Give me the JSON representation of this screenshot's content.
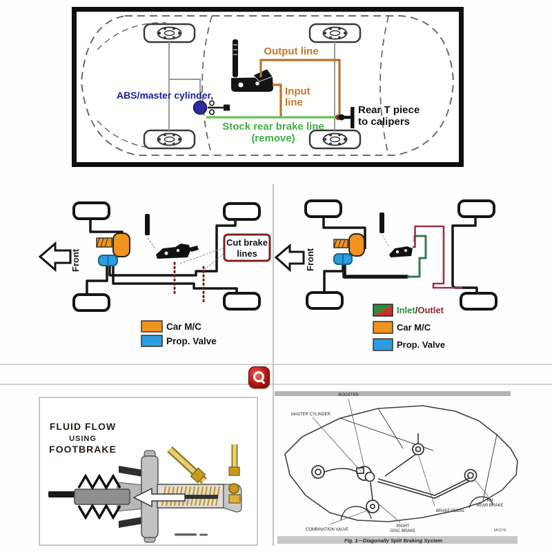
{
  "top_diagram": {
    "abs_label": "ABS/master cylinder,",
    "output_line_label": "Output line",
    "input_label_line1": "Input",
    "input_label_line2": "line",
    "stock_line_label1": "Stock rear brake line",
    "stock_line_label2": "(remove)",
    "tee_label_line1": "Rear T piece",
    "tee_label_line2": "to calipers"
  },
  "middle_left_diagram": {
    "front_label": "Front",
    "cut_box_line1": "Cut brake",
    "cut_box_line2": "lines",
    "legend": {
      "car_mc": "Car M/C",
      "prop_valve": "Prop. Valve"
    }
  },
  "middle_right_diagram": {
    "front_label": "Front",
    "legend": {
      "inlet": "Inlet",
      "slash": "/",
      "outlet": "Outlet",
      "car_mc": "Car M/C",
      "prop_valve": "Prop. Valve"
    }
  },
  "divider": {
    "zoom_icon_name": "magnifier"
  },
  "fluid_flow_diagram": {
    "title_line1": "FLUID FLOW",
    "title_line2": "USING",
    "title_line3": "FOOTBRAKE"
  },
  "split_brake_diagram": {
    "booster_label": "BOOSTER",
    "master_cylinder_label": "MASTER CYLINDER",
    "combination_valve_label": "COMBINATION VALVE",
    "brake_pedal_label": "BRAKE PEDAL",
    "front_brake_label_line1": "RIGHT",
    "front_brake_label_line2": "DISC BRAKE",
    "rear_brake_label_line1": "RH",
    "rear_brake_label_line2": "REAR BRAKE",
    "part_code": "MC078",
    "caption": "Fig. 1—Diagonally Split Braking System"
  },
  "colors": {
    "car_mc_orange": "#f0931f",
    "prop_valve_blue": "#2d9ce0",
    "inlet_green": "#2e8b3a",
    "outlet_red": "#c23527",
    "brake_line_orange": "#b5762f",
    "stock_line_green": "#68c05a",
    "abs_text_navy": "#1b1b9e",
    "cut_box_maroon": "#7a2222",
    "zoom_icon_red": "#c41f16"
  }
}
